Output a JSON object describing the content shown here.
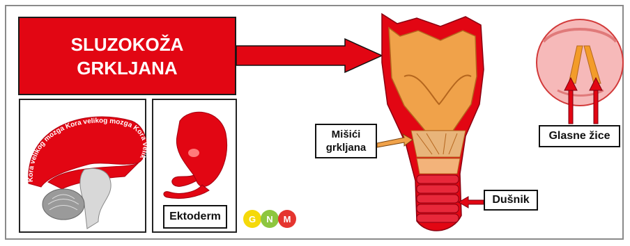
{
  "title": {
    "line1": "SLUZOKOŽA",
    "line2": "GRKLJANA"
  },
  "brain": {
    "arc_text": "Kora velikog mozga Kora velikog mozga Kora velikog mozga"
  },
  "embryo": {
    "label": "Ektoderm"
  },
  "logo": {
    "g": "G",
    "n": "N",
    "m": "M"
  },
  "labels": {
    "muscles_line1": "Mišići",
    "muscles_line2": "grkljana",
    "trachea": "Dušnik",
    "vocal_cords": "Glasne žice"
  },
  "colors": {
    "red": "#e20613",
    "orange": "#f0a24a",
    "logo_yellow": "#f5d90a",
    "logo_green": "#8dc63f",
    "logo_red": "#e5352f"
  }
}
